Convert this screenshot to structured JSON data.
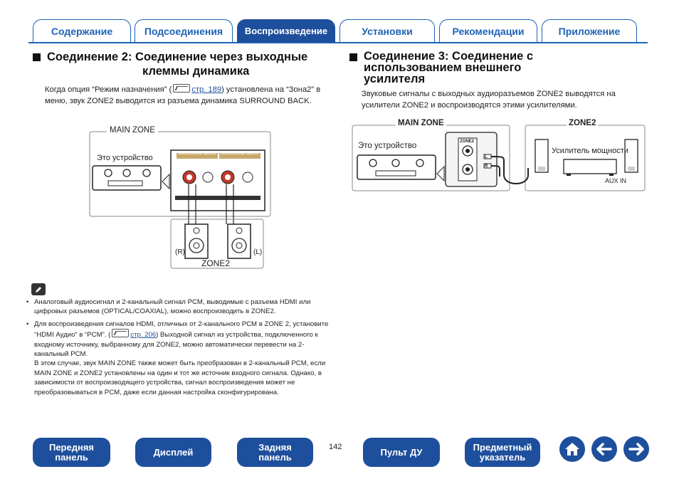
{
  "tabs": [
    {
      "label": "Содержание"
    },
    {
      "label": "Подсоединения"
    },
    {
      "label": "Воспроизведение"
    },
    {
      "label": "Установки"
    },
    {
      "label": "Рекомендации"
    },
    {
      "label": "Приложение"
    }
  ],
  "left": {
    "heading_line1": "Соединение 2: Соединение через выходные",
    "heading_line2": "клеммы динамика",
    "para_a": "Когда опция “Режим назначения” (",
    "para_link": "стр. 189",
    "para_b": ") установлена на “Зона2” в меню, звук ZONE2 выводится из разъема динамика SURROUND BACK.",
    "diagram": {
      "main_zone": "MAIN ZONE",
      "this_device": "Это устройство",
      "terminal_a": "SURROUND BACK",
      "terminal_b": "SURROUND BACK",
      "zone2": "ZONE2",
      "r": "(R)",
      "l": "(L)"
    }
  },
  "right": {
    "heading_line1": "Соединение 3: Соединение с",
    "heading_line2": "использованием внешнего",
    "heading_line3": "усилителя",
    "para": "Звуковые сигналы с выходных аудиоразъемов ZONE2 выводятся на усилители ZONE2 и воспроизводятся этими усилителями.",
    "diagram": {
      "main_zone": "MAIN ZONE",
      "zone2": "ZONE2",
      "this_device": "Это устройство",
      "amplifier": "Усилитель мощности",
      "aux_in": "AUX IN",
      "jack_l": "L",
      "jack_r": "R",
      "jack_panel": "ZONE2"
    }
  },
  "notes": {
    "note1": "Аналоговый аудиосигнал и 2-канальный сигнал PCM, выводимые с разъема HDMI или цифровых разъемов (OPTICAL/COAXIAL), можно воспроизводить в ZONE2.",
    "note2_a": "Для воспроизведения сигналов HDMI, отличных от 2-канального PCM в ZONE 2, установите “HDMI Аудио” в “PCM”. (",
    "note2_link": "стр. 206",
    "note2_b": ") Выходной сигнал из устройства, подключенного к входному источнику, выбранному для ZONE2, можно автоматически перевести на 2-канальный PCM.",
    "note2_c": "В этом случае, звук MAIN ZONE также может быть преобразован в 2-канальный PCM, если MAIN ZONE и ZONE2 установлены на один и тот же источник входного сигнала. Однако, в зависимости от воспроизводящего устройства, сигнал воспроизведения может не преобразовываться в PCM, даже если данная настройка сконфигурирована."
  },
  "footer": {
    "front_panel": "Передняя панель",
    "display": "Дисплей",
    "rear_panel": "Задняя панель",
    "page": "142",
    "remote": "Пульт ДУ",
    "index": "Предметный указатель"
  },
  "colors": {
    "accent": "#1e4f9c",
    "tab_border": "#1e63b6",
    "terminal_red": "#c0392b",
    "panel_tan": "#c8a86a"
  }
}
